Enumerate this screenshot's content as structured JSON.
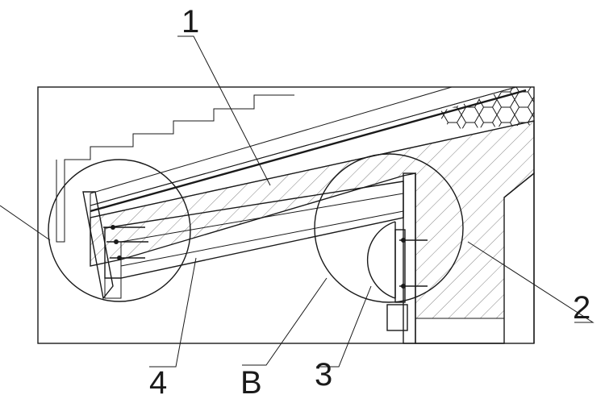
{
  "callouts": {
    "one": "1",
    "two": "2",
    "three": "3",
    "four": "4",
    "b": "B"
  },
  "colors": {
    "line": "#1a1a1a",
    "background": "#ffffff"
  }
}
